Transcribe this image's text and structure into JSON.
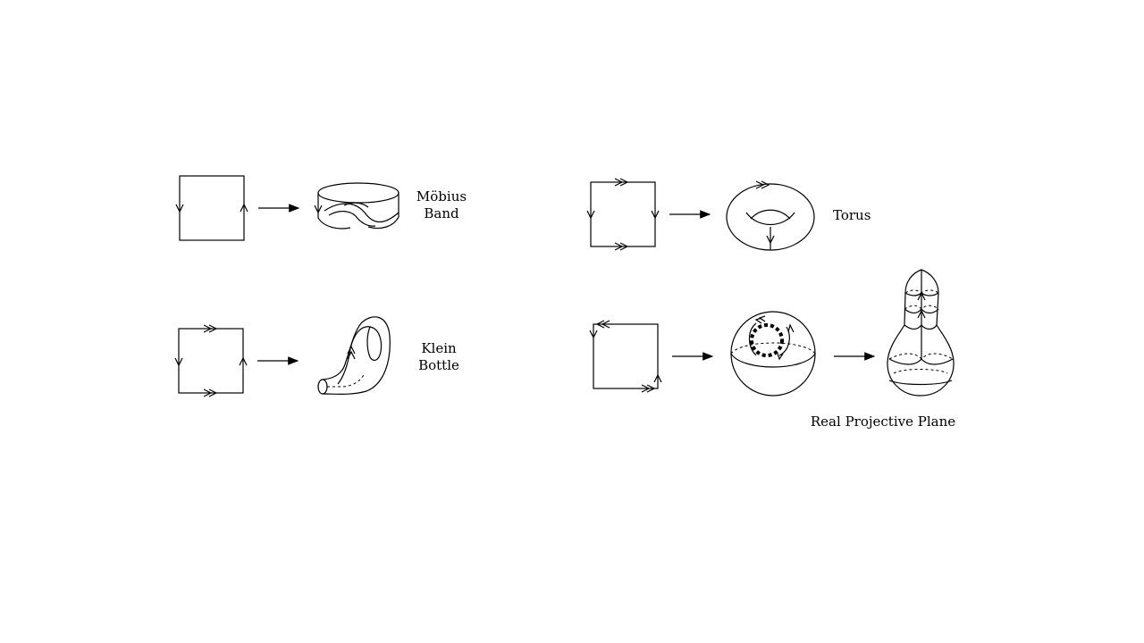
{
  "labels": {
    "mobius_line1": "Möbius",
    "mobius_line2": "Band",
    "torus": "Torus",
    "klein_line1": "Klein",
    "klein_line2": "Bottle",
    "projective": "Real Projective Plane"
  },
  "colors": {
    "ink": "#000000",
    "background": "#ffffff"
  },
  "icons": [
    "single-arrow-icon",
    "double-arrow-icon",
    "map-arrow-icon"
  ]
}
